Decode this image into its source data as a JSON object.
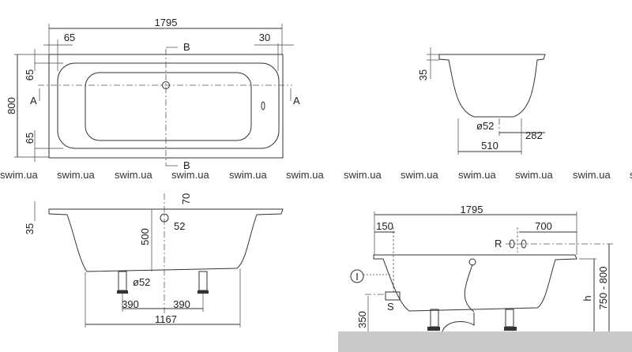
{
  "watermark": "swim.ua",
  "top_view": {
    "length": "1795",
    "offset_left": "65",
    "offset_right": "30",
    "width": "800",
    "rim_top": "65",
    "rim_bottom": "65",
    "section_a": "A",
    "section_b": "B"
  },
  "end_section": {
    "rim": "35",
    "drain": "ø52",
    "drain_offset": "282",
    "bottom_width": "510"
  },
  "side_section": {
    "top_gap": "70",
    "rim": "35",
    "depth": "500",
    "drain_small": "52",
    "drain": "ø52",
    "leg_left": "390",
    "leg_right": "390",
    "bottom_length": "1167"
  },
  "install_view": {
    "length": "1795",
    "offset_left": "150",
    "offset_right": "700",
    "r_label": "R",
    "i_label": "I",
    "s_label": "S",
    "siphon_height": "350",
    "h_label": "h",
    "total_height": "750 - 800"
  },
  "colors": {
    "floor": "#c9c9c9",
    "lines": "#333333"
  }
}
